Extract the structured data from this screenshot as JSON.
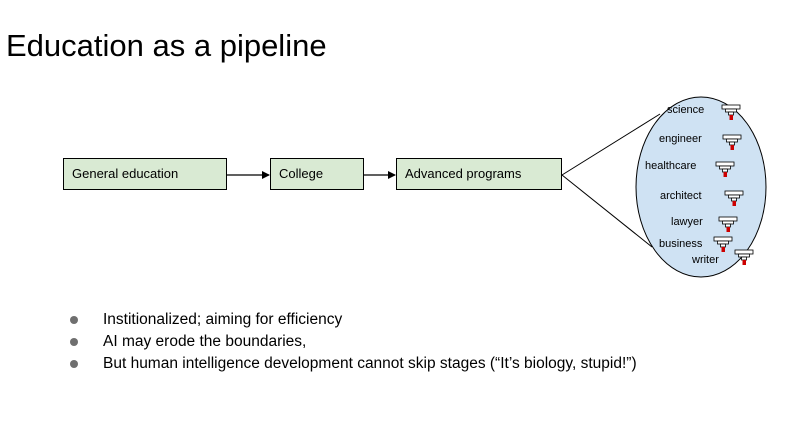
{
  "title": "Education as a pipeline",
  "pipeline": {
    "stages": [
      {
        "label": "General education"
      },
      {
        "label": "College"
      },
      {
        "label": "Advanced programs"
      }
    ],
    "stage_fill": "#d9ead3",
    "careers": [
      {
        "label": "science"
      },
      {
        "label": "engineer"
      },
      {
        "label": "healthcare"
      },
      {
        "label": "architect"
      },
      {
        "label": "lawyer"
      },
      {
        "label": "business"
      },
      {
        "label": "writer"
      }
    ],
    "career_bubble_fill": "#cfe2f3",
    "funnel_outlet_color": "#cc0000"
  },
  "bullets": [
    {
      "text": "Institionalized; aiming for efficiency"
    },
    {
      "text": "AI may erode the boundaries,"
    },
    {
      "text": "But human intelligence development cannot skip stages (“It’s biology, stupid!”)"
    }
  ]
}
